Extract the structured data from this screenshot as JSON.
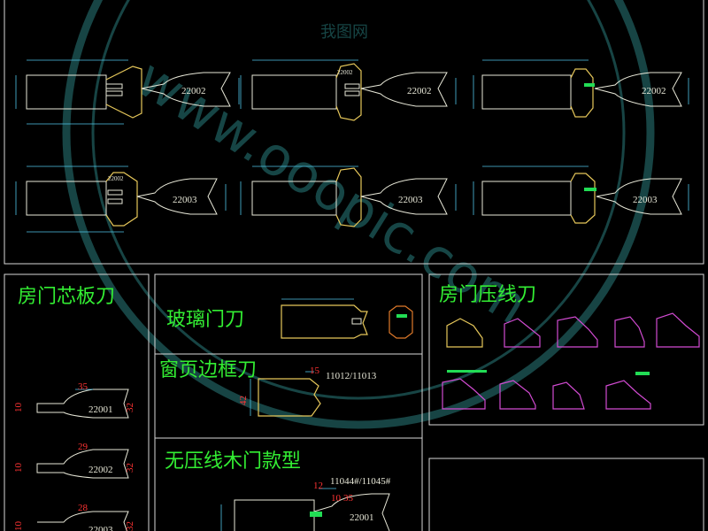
{
  "watermark": {
    "brand": "我图网",
    "url": "www.ooopic.com"
  },
  "top_section": {
    "labels": [
      "22002",
      "22002",
      "22002",
      "22003",
      "22003",
      "22003"
    ],
    "small_codes": [
      "22002",
      "22002"
    ]
  },
  "panels": {
    "door_core": {
      "title": "房门芯板刀",
      "items": [
        {
          "code": "22001",
          "width": "35",
          "h_left": "10",
          "h_right": "32"
        },
        {
          "code": "22002",
          "width": "29",
          "h_left": "10",
          "h_right": "32"
        },
        {
          "code": "22003",
          "width": "28",
          "h_left": "10",
          "h_right": "32"
        }
      ]
    },
    "glass_door": {
      "title": "玻璃门刀"
    },
    "window_frame": {
      "title": "窗页边框刀",
      "code": "11012/11013",
      "dim_top": "15",
      "dim_left": "42"
    },
    "no_press_line": {
      "title": "无压线木门款型",
      "code": "11044#/11045#",
      "label": "22001",
      "dims": [
        "12",
        "10",
        "35"
      ]
    },
    "door_press_line": {
      "title": "房门压线刀"
    }
  }
}
